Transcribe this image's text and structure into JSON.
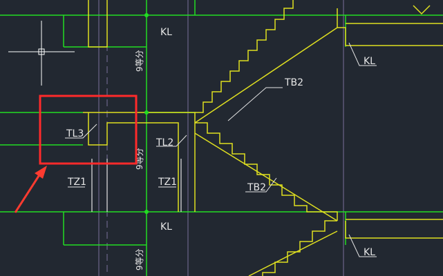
{
  "labels": {
    "kl_top": "KL",
    "kl_bottom": "KL",
    "kl_right_top": "KL",
    "kl_right_bottom": "KL",
    "tl3": "TL3",
    "tl2": "TL2",
    "tz1_left": "TZ1",
    "tz1_mid": "TZ1",
    "tb2_top": "TB2",
    "tb2_bottom": "TB2",
    "dim_top": "9等分",
    "dim_mid": "9等分",
    "dim_bottom": "9等分"
  },
  "colors": {
    "background": "#222831",
    "structure_line": "#22dd22",
    "stair_line": "#e0e020",
    "grid_line": "#7a6f9a",
    "label_text": "#e6e6e6",
    "highlight_box": "#ff2a2a",
    "arrow": "#ff3b30",
    "crosshair": "#ffffff"
  },
  "annotations": {
    "highlight_target": "TL3",
    "arrow_direction": "up-right"
  }
}
